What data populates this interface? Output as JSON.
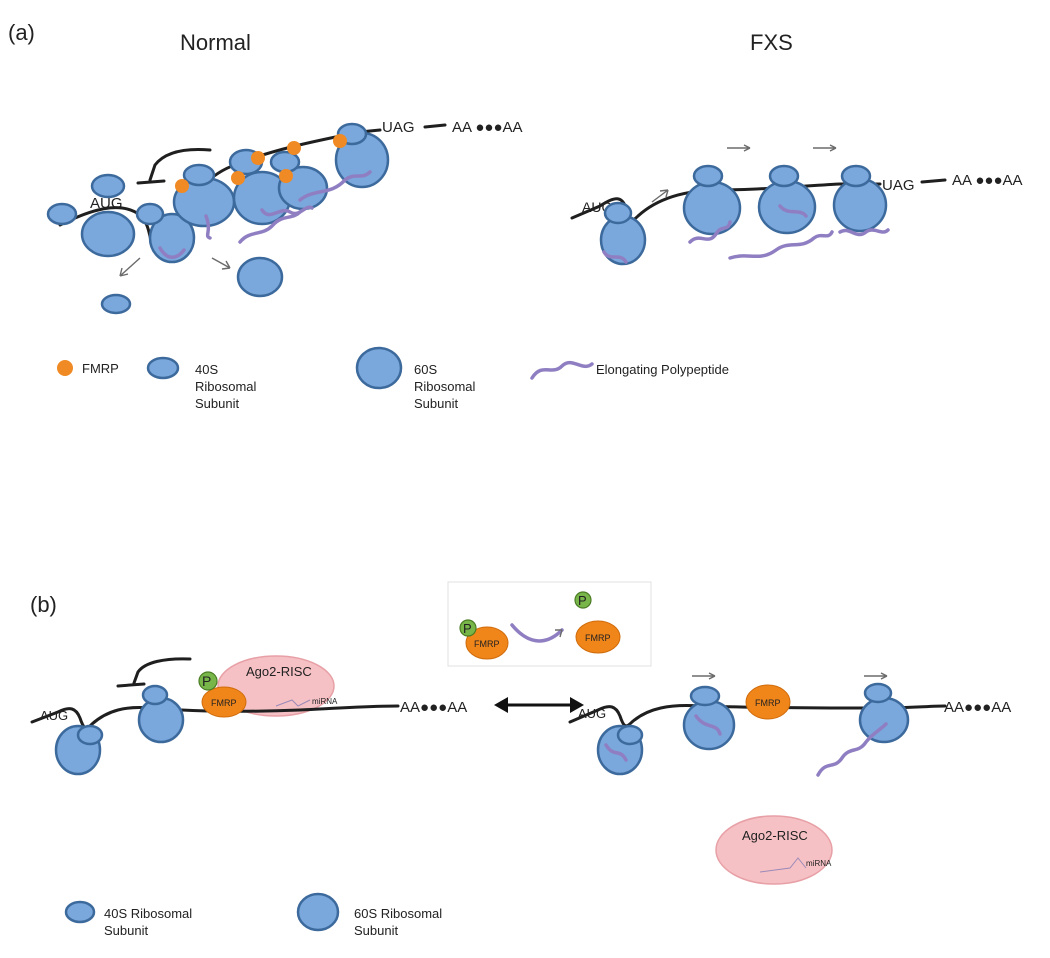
{
  "panel_a": {
    "label": "(a)",
    "normal_title": "Normal",
    "fxs_title": "FXS",
    "start_codon": "AUG",
    "stop_codon": "UAG",
    "polya_normal": "AA ●●●AA",
    "polya_fxs": "AA ●●●AA",
    "legend": {
      "fmrp": "FMRP",
      "subunit_40s": [
        "40S",
        "Ribosomal",
        "Subunit"
      ],
      "subunit_60s": [
        "60S",
        "Ribosomal",
        "Subunit"
      ],
      "polypeptide": "Elongating Polypeptide"
    }
  },
  "panel_b": {
    "label": "(b)",
    "start_codon": "AUG",
    "polya": "AA●●●AA",
    "fmrp": "FMRP",
    "phospho": "P",
    "risc": "Ago2-RISC",
    "mirna": "miRNA",
    "legend": {
      "subunit_40s": [
        "40S Ribosomal",
        "Subunit"
      ],
      "subunit_60s": [
        "60S Ribosomal",
        "Subunit"
      ]
    }
  },
  "colors": {
    "ribosome_fill": "#7aa7dc",
    "ribosome_stroke": "#3d6a9c",
    "fmrp": "#f08519",
    "phospho": "#79b64a",
    "risc": "#f6c1c5",
    "polypeptide": "#8f7fc2",
    "mrna": "#1f1f1f"
  }
}
